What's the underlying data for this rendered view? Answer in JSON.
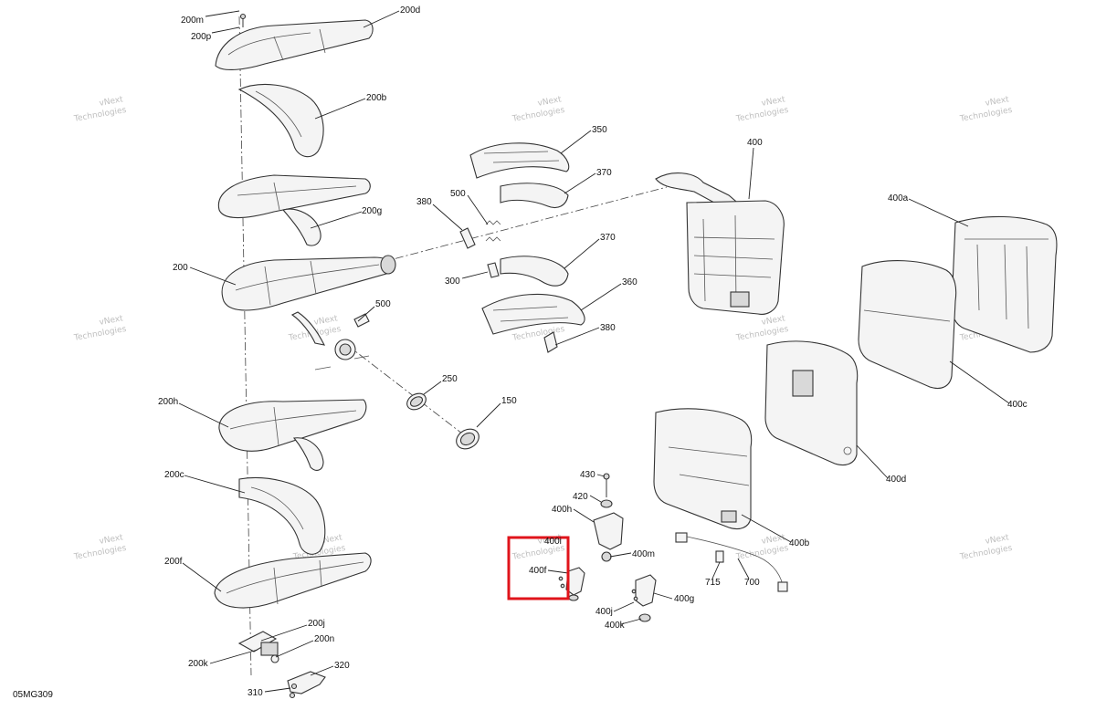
{
  "drawing_code": "05MG309",
  "watermark": {
    "line1": "vNext",
    "line2": "Technologies"
  },
  "highlight_color": "#e0141b",
  "callouts": {
    "c200m": "200m",
    "c200p": "200p",
    "c200d": "200d",
    "c200b": "200b",
    "c200g": "200g",
    "c200": "200",
    "c200h": "200h",
    "c200c": "200c",
    "c200f": "200f",
    "c200j": "200j",
    "c200n": "200n",
    "c200k": "200k",
    "c320": "320",
    "c310": "310",
    "c500a": "500",
    "c500b": "500",
    "c250": "250",
    "c150": "150",
    "c350": "350",
    "c370a": "370",
    "c380a": "380",
    "c370b": "370",
    "c300": "300",
    "c360": "360",
    "c380b": "380",
    "c400": "400",
    "c400a": "400a",
    "c400c": "400c",
    "c400d": "400d",
    "c400b": "400b",
    "c430": "430",
    "c420": "420",
    "c400h": "400h",
    "c400i": "400i",
    "c400m": "400m",
    "c400f": "400f",
    "c400j": "400j",
    "c400k": "400k",
    "c400g": "400g",
    "c715": "715",
    "c700": "700"
  }
}
